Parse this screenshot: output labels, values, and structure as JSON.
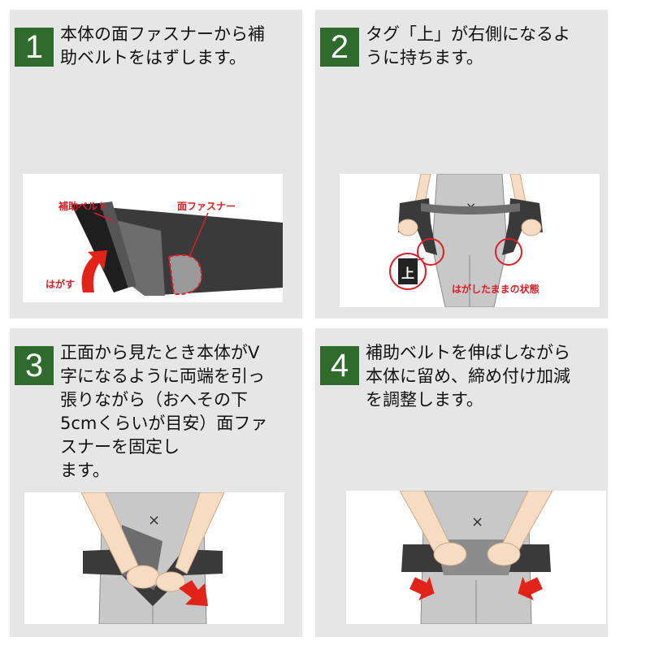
{
  "steps": [
    {
      "number": "1",
      "text": "本体の面ファスナーから補\n助ベルトをはずします。",
      "labels": {
        "belt": "補助ベルト",
        "fastener": "面ファスナー",
        "peel": "はがす"
      }
    },
    {
      "number": "2",
      "text": "タグ「上」が右側になるよ\nうに持ちます。",
      "labels": {
        "center_mark": "×",
        "tag": "上",
        "state": "はがしたままの状態"
      }
    },
    {
      "number": "3",
      "text": "正面から見たとき本体がV\n字になるように両端を引っ\n張りながら（おへその下\n5cmくらいが目安）面ファ\nスナーを固定し\nます。",
      "labels": {
        "center_mark": "×"
      }
    },
    {
      "number": "4",
      "text": "補助ベルトを伸ばしながら\n本体に留め、締め付け加減\nを調整します。",
      "labels": {
        "center_mark": "×"
      }
    }
  ],
  "colors": {
    "panel_bg": "#e6e6e6",
    "badge_green": "#2f6b2c",
    "label_red": "#d9202a",
    "arrow_red": "#e2231a",
    "belt_dark": "#3a3a3a",
    "body_gray": "#8c8c8c",
    "skin": "#f6dcc2"
  }
}
